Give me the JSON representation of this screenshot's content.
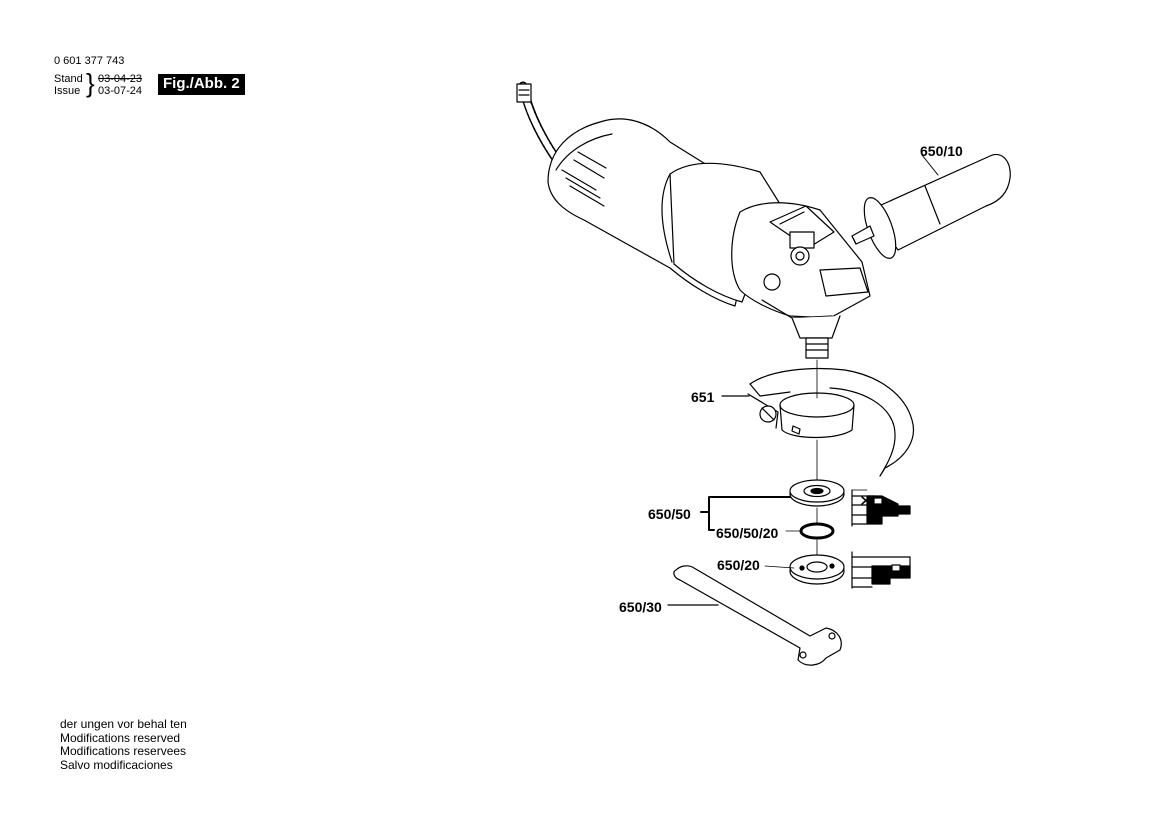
{
  "header": {
    "part_number": "0 601 377 743",
    "stand_label": "Stand",
    "issue_label": "Issue",
    "stand_date": "03-04-23",
    "issue_date": "03-07-24",
    "figure_label": "Fig./Abb. 2"
  },
  "parts": {
    "handle": "650/10",
    "guard": "651",
    "flange_set": "650/50",
    "o_ring": "650/50/20",
    "clamp_nut": "650/20",
    "spanner": "650/30"
  },
  "footer": {
    "line_de": "der ungen  vor behal ten",
    "line_en": "Modifications reserved",
    "line_fr": "Modifications reservees",
    "line_es": "Salvo modificaciones"
  }
}
